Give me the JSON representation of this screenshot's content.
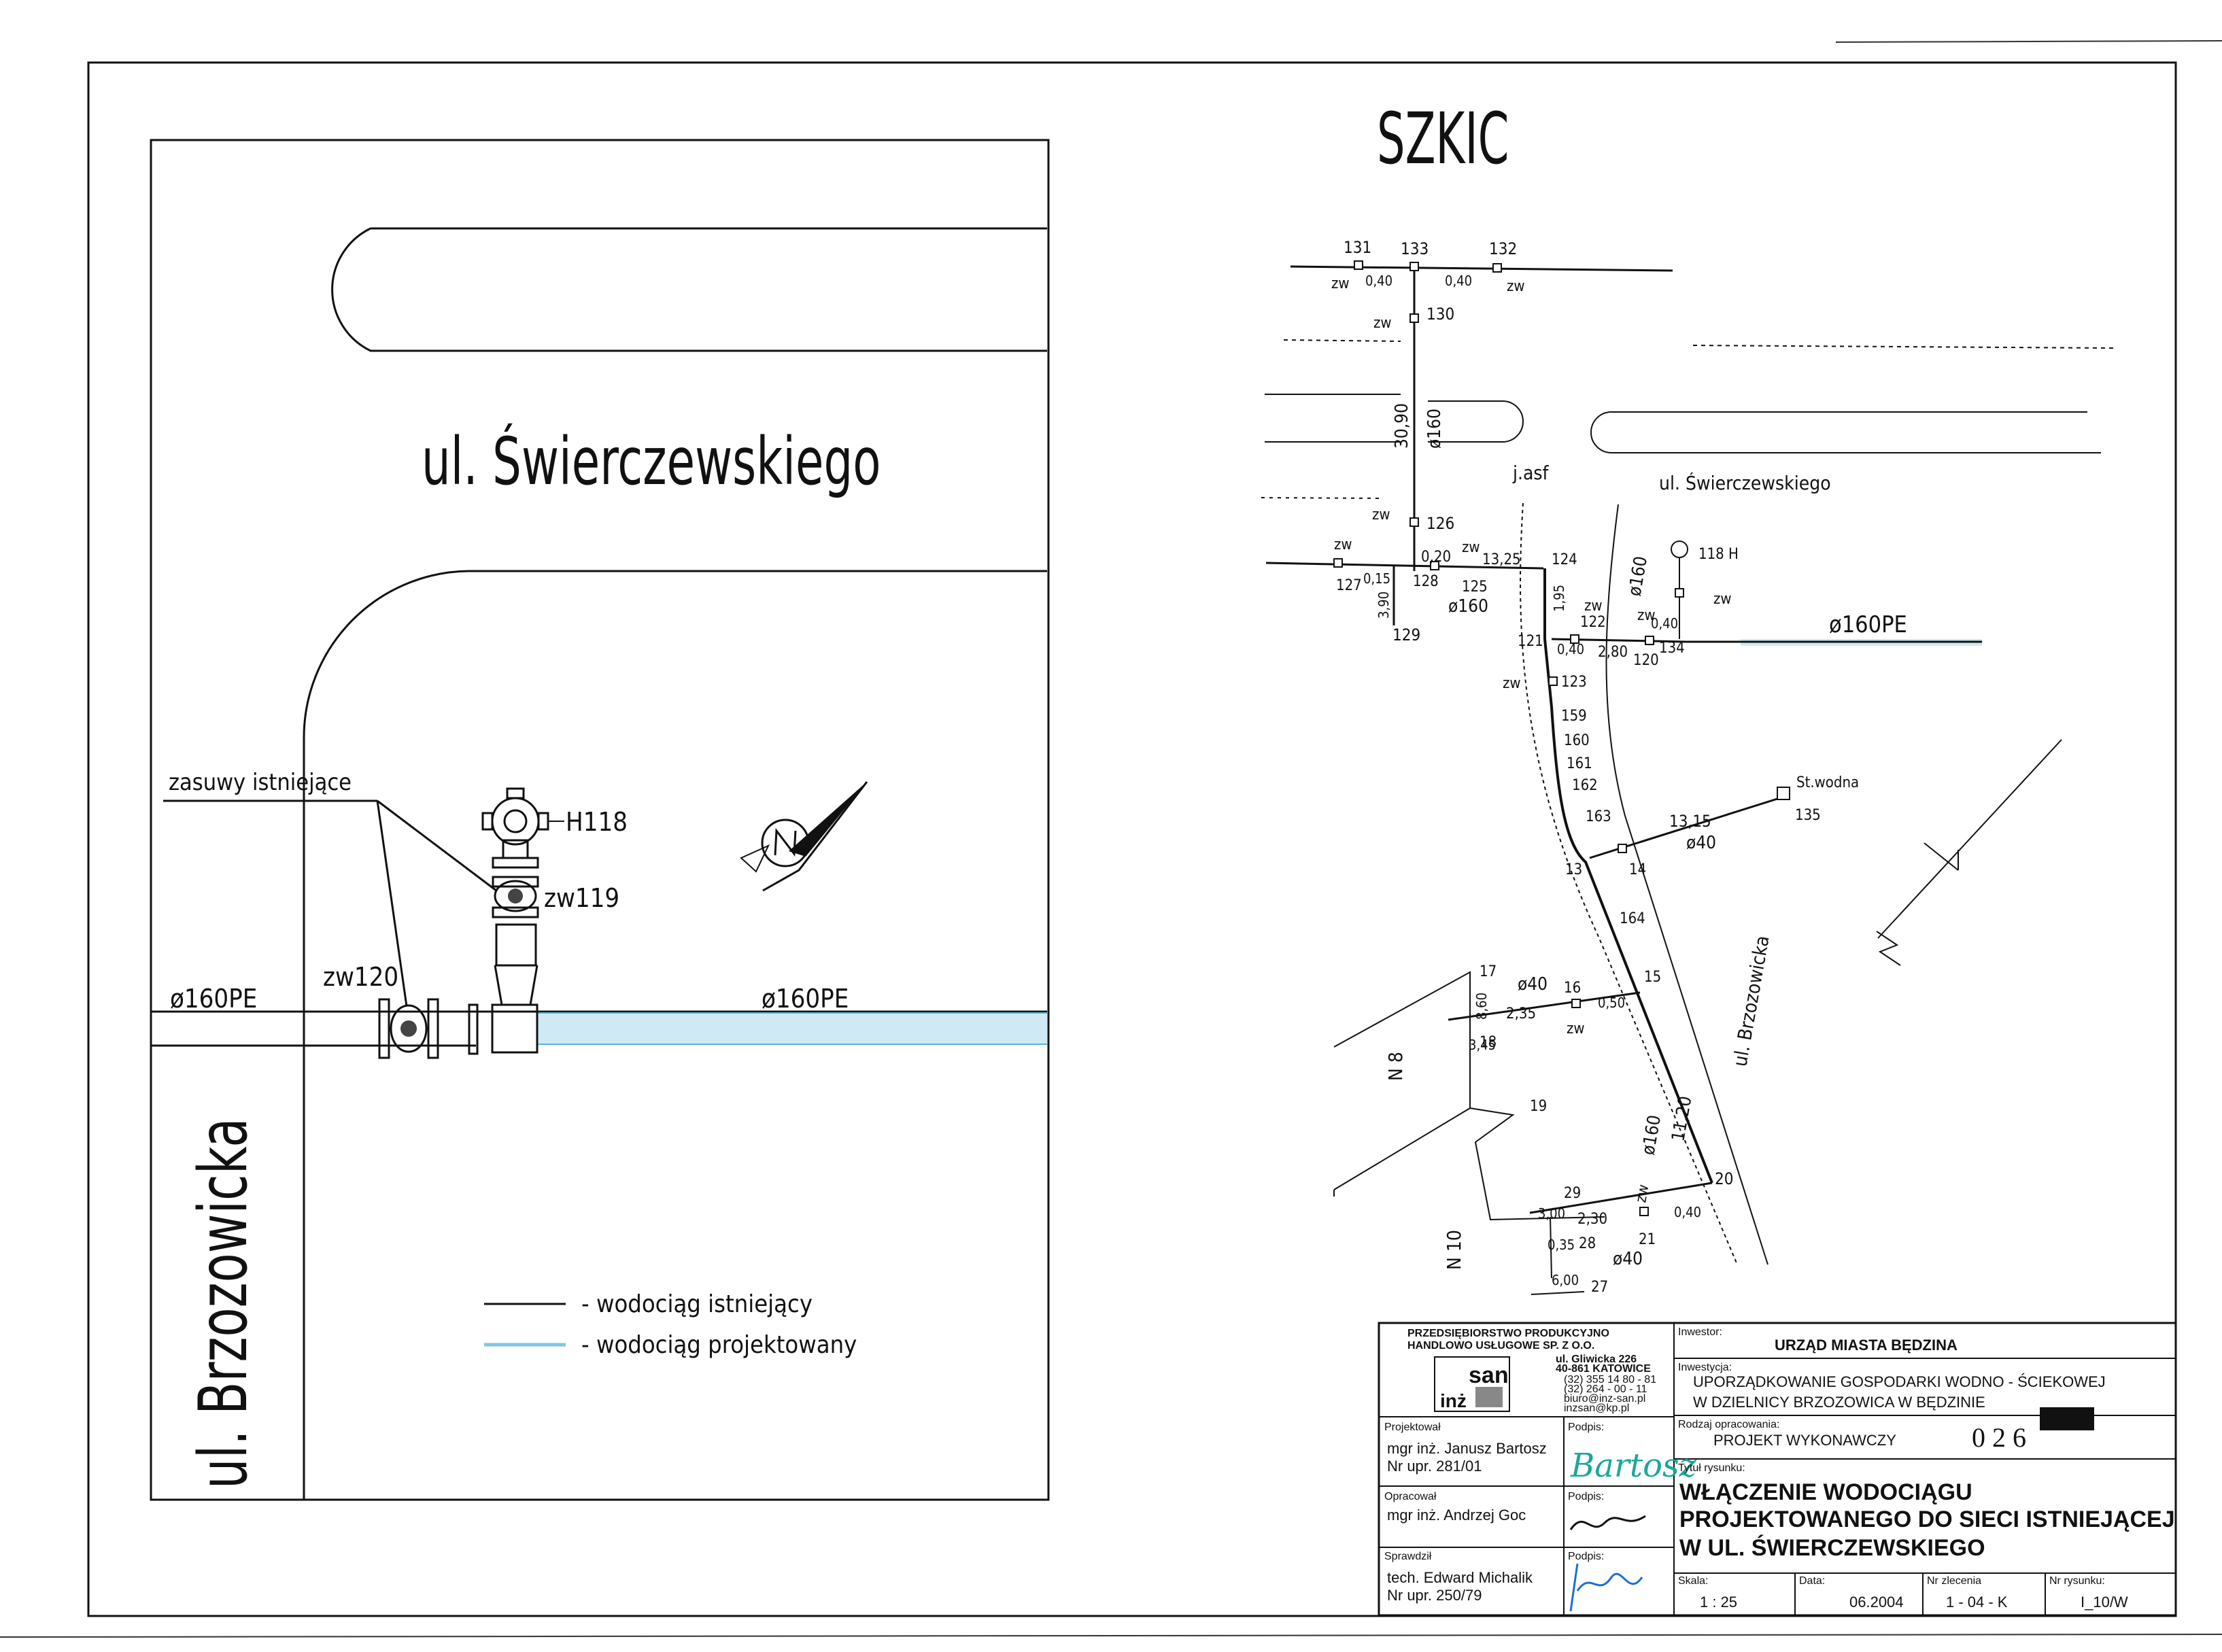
{
  "detail": {
    "street_top": "ul. Świerczewskiego",
    "street_left": "ul. Brzozowicka",
    "label_valves": "zasuwy istniejące",
    "label_hydrant": "H118",
    "label_zw119": "zw119",
    "label_zw120": "zw120",
    "label_pipe_left": "ø160PE",
    "label_pipe_right": "ø160PE",
    "legend_existing": "- wodociąg istniejący",
    "legend_designed": "- wodociąg projektowany",
    "colors": {
      "existing": "#1a1a1a",
      "designed": "#9fd3ea"
    }
  },
  "sketch": {
    "title": "SZKIC",
    "street_label": "ul. Świerczewskiego",
    "street_label2": "ul. Brzozowicka",
    "pipe_label": "ø160PE",
    "j_asf": "j.asf",
    "st_wodna": "St.wodna",
    "nodes": [
      "131",
      "133",
      "132",
      "130",
      "126",
      "127",
      "128",
      "125",
      "124",
      "129",
      "121",
      "122",
      "120",
      "134",
      "123",
      "159",
      "160",
      "161",
      "162",
      "163",
      "13",
      "14",
      "135",
      "164",
      "15",
      "16",
      "17",
      "18",
      "19",
      "20",
      "21",
      "28",
      "29",
      "27"
    ],
    "dims": [
      "0,40",
      "0,40",
      "30,90",
      "0,15",
      "0,20",
      "13,25",
      "1,95",
      "0,40",
      "2,80",
      "0,40",
      "13,15",
      "2,35",
      "0,50",
      "11,20",
      "2,30",
      "0,40",
      "0,15",
      "3,90",
      "8,60",
      "3,45",
      "3,00",
      "0,35",
      "6,00"
    ],
    "pipe_marks": [
      "ø160",
      "ø160",
      "ø160",
      "ø40",
      "ø40",
      "ø160",
      "ø40"
    ],
    "hydrant": "118 H",
    "zw": "zw",
    "n8": "N 8",
    "n10": "N 10"
  },
  "titleblock": {
    "company_line1": "PRZEDSIĘBIORSTWO PRODUKCYJNO",
    "company_line2": "HANDLOWO USŁUGOWE SP. Z O.O.",
    "company_addr1": "ul. Gliwicka 226",
    "company_addr2": "40-861 KATOWICE",
    "company_tel1": "(32) 355 14 80 - 81",
    "company_tel2": "(32) 264 - 00 - 11",
    "company_mail1": "biuro@inz-san.pl",
    "company_mail2": "inzsan@kp.pl",
    "logo_text": "san",
    "logo_sub": "inż",
    "investor_label": "Inwestor:",
    "investor": "URZĄD MIASTA BĘDZINA",
    "investment_label": "Inwestycja:",
    "investment_line1": "UPORZĄDKOWANIE GOSPODARKI WODNO - ŚCIEKOWEJ",
    "investment_line2": "W DZIELNICY BRZOZOWICA W BĘDZINIE",
    "designer_label": "Projektował",
    "designer_name": "mgr inż. Janusz Bartosz",
    "designer_no": "Nr upr. 281/01",
    "sign_label": "Podpis:",
    "sign_designer": "Bartosz",
    "type_label": "Rodzaj opracowania:",
    "type_value": "PROJEKT WYKONAWCZY",
    "stamp_no": "026",
    "author_label": "Opracował",
    "author_name": "mgr inż. Andrzej Goc",
    "drawing_title_label": "Tytuł rysunku:",
    "drawing_title1": "WŁĄCZENIE WODOCIĄGU",
    "drawing_title2": "PROJEKTOWANEGO DO SIECI ISTNIEJĄCEJ",
    "drawing_title3": "W UL. ŚWIERCZEWSKIEGO",
    "checker_label": "Sprawdził",
    "checker_name": "tech. Edward Michalik",
    "checker_no": "Nr upr. 250/79",
    "scale_label": "Skala:",
    "scale": "1 : 25",
    "date_label": "Data:",
    "date": "06.2004",
    "order_label": "Nr zlecenia",
    "order": "1 - 04 - K",
    "drawing_no_label": "Nr rysunku:",
    "drawing_no": "I_10/W"
  }
}
